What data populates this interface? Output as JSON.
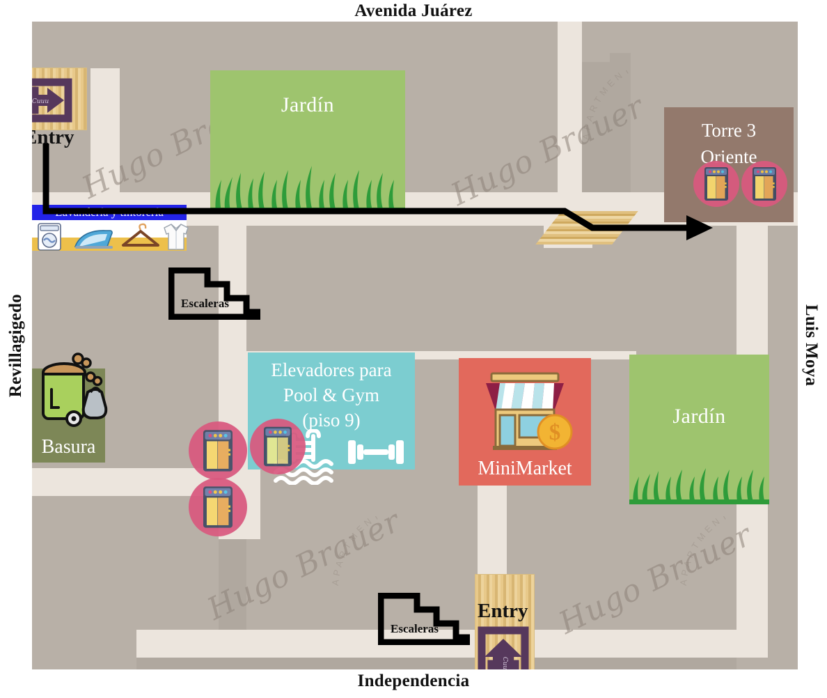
{
  "streets": {
    "top": "Avenida Juárez",
    "bottom": "Independencia",
    "left": "Revillagigedo",
    "right": "Luis Moya"
  },
  "watermark": {
    "script": "Hugo Brauer",
    "arc": "APARTMENTS"
  },
  "gardens": [
    {
      "label": "Jardín"
    },
    {
      "label": "Jardín"
    }
  ],
  "towers": [
    {
      "line1": "Torre 3",
      "line2": "Oriente"
    }
  ],
  "poolgym": {
    "line1": "Elevadores para",
    "line2": "Pool & Gym",
    "line3": "(piso 9)"
  },
  "minimarket": {
    "label": "MiniMarket"
  },
  "basura": {
    "label": "Basura"
  },
  "laundry": {
    "label": "Lavandería y tintorería"
  },
  "stairs": [
    {
      "label": "Escaleras"
    },
    {
      "label": "Escaleras"
    }
  ],
  "entries": [
    {
      "label": "Entry",
      "inner": "Cuuu"
    },
    {
      "label": "Entry",
      "inner": "Cuuu"
    }
  ],
  "colors": {
    "map_base": "#b0a89f",
    "block": "#b8b0a7",
    "walkway": "#ece5dd",
    "garden": "#9ec46e",
    "grass": "#2e9c3a",
    "tower": "#93796c",
    "poolgym": "#7ccdd0",
    "minimarket": "#e2695c",
    "basura": "#7d8757",
    "elevator_circle": "#d9597f",
    "laundry_banner": "#2323e8",
    "laundry_shelf": "#edc04b",
    "entry_purple": "#56385c",
    "wood": "#e8c98a",
    "route": "#000000"
  }
}
